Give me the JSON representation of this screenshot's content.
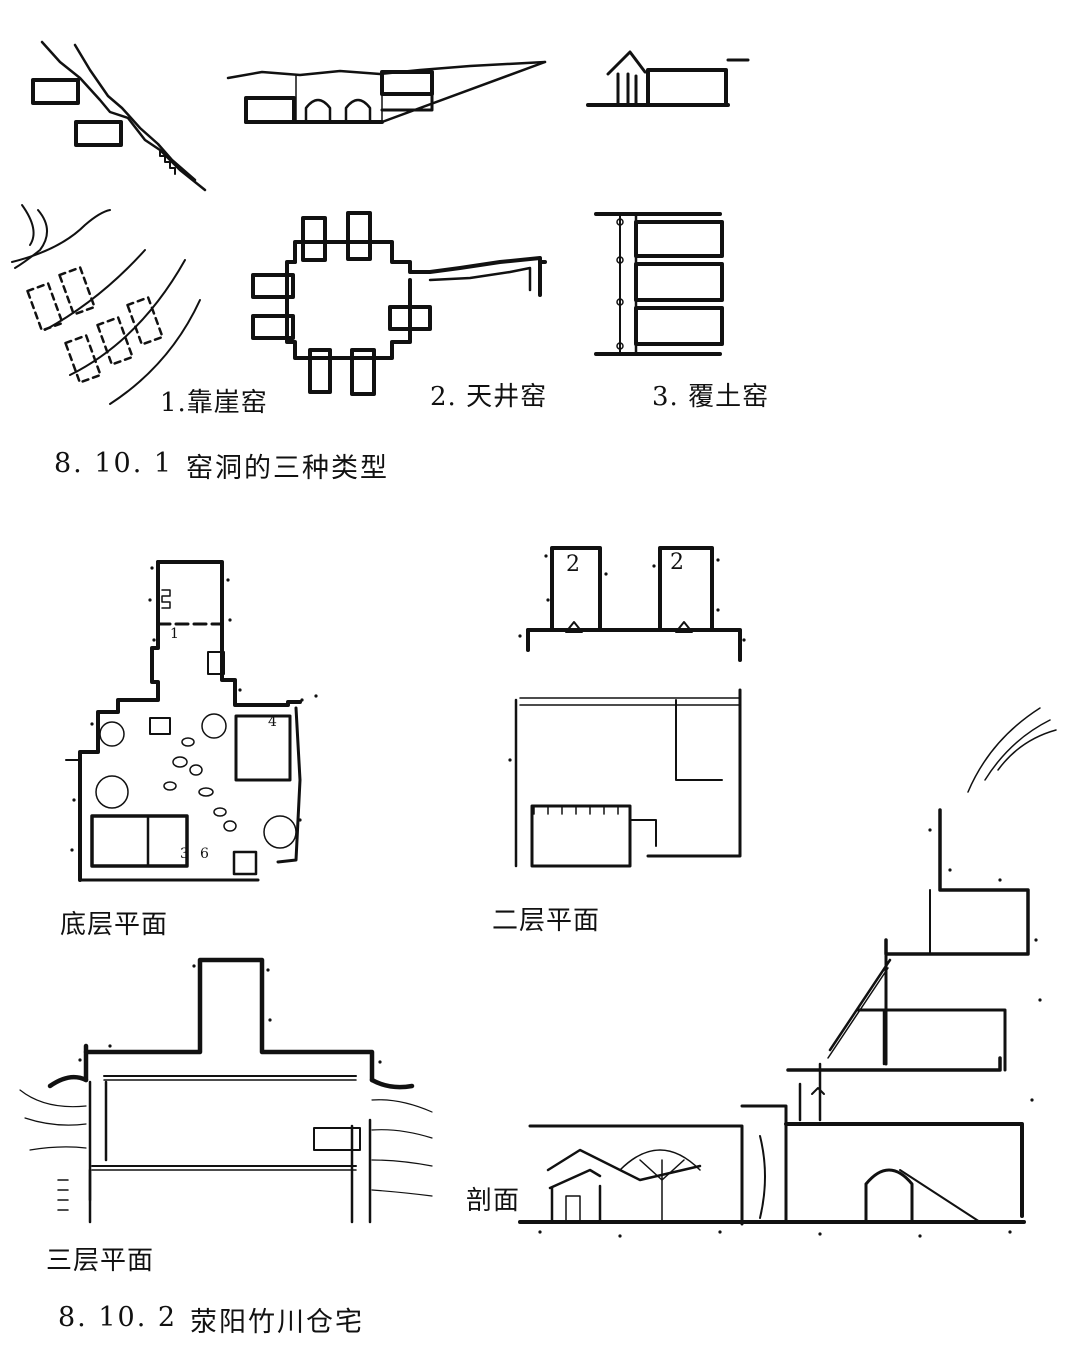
{
  "figure1": {
    "number": "8. 10. 1",
    "title": "窑洞的三种类型",
    "types": [
      {
        "label": "1.靠崖窑"
      },
      {
        "label": "2. 天井窑"
      },
      {
        "label": "3. 覆土窑"
      }
    ]
  },
  "figure2": {
    "number": "8. 10. 2",
    "title": "荥阳竹川仓宅",
    "views": {
      "ground_plan": "底层平面",
      "second_plan": "二层平面",
      "third_plan": "三层平面",
      "section": "剖面"
    },
    "room_numbers": {
      "r1": "1",
      "r2a": "2",
      "r2b": "2",
      "r3": "3",
      "r4": "4",
      "r6": "6"
    }
  }
}
